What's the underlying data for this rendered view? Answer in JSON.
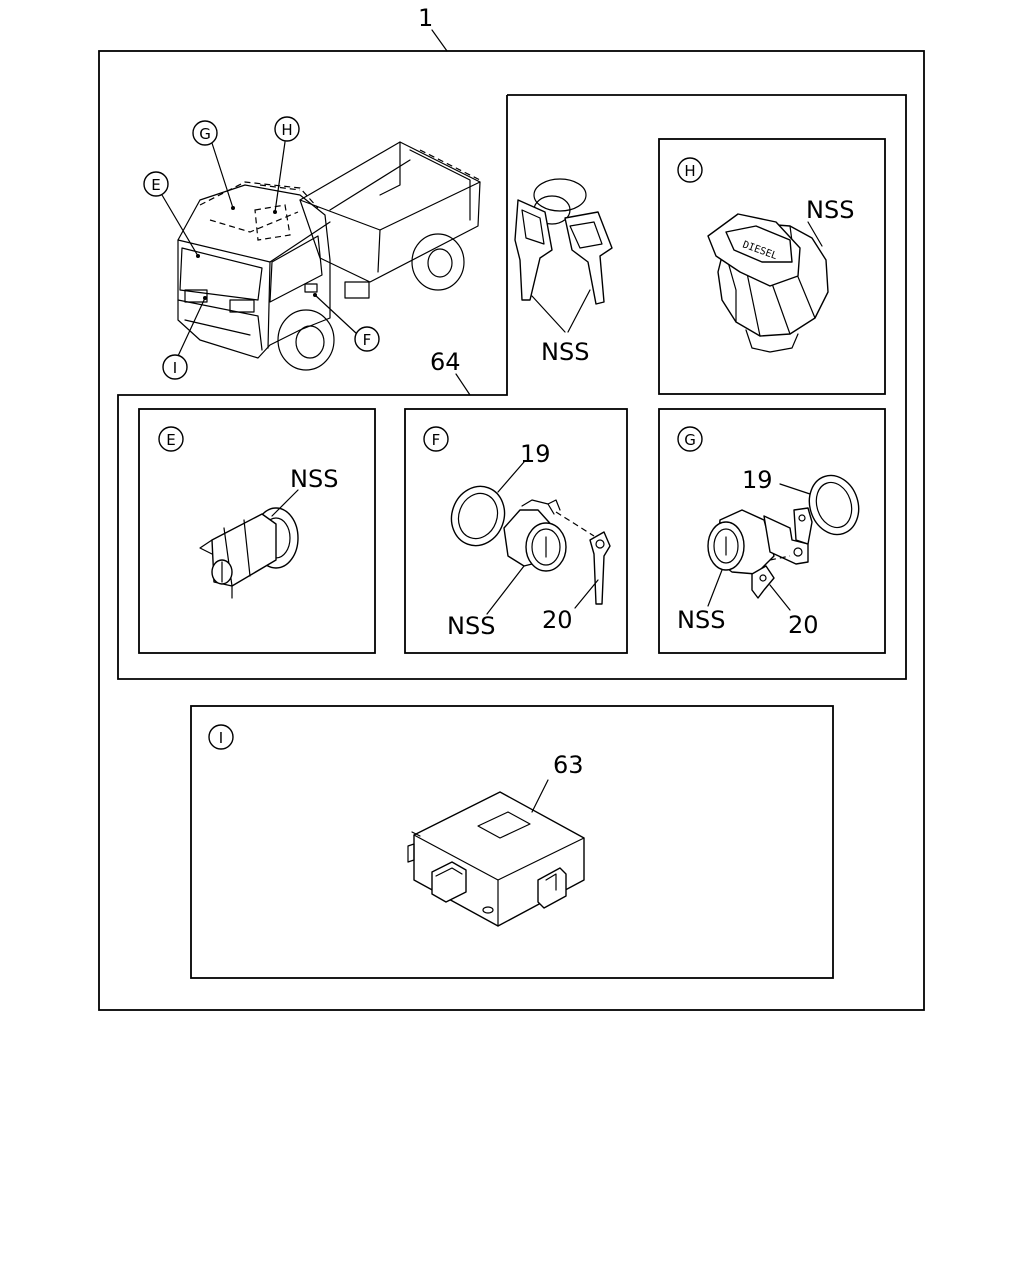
{
  "labels": {
    "assembly": "1",
    "kit": "64",
    "module": "63",
    "ring": "19",
    "clip": "20",
    "nss": "NSS"
  },
  "views": {
    "E": "E",
    "F": "F",
    "G": "G",
    "H": "H",
    "I": "I"
  },
  "cap_text": "DIESEL"
}
